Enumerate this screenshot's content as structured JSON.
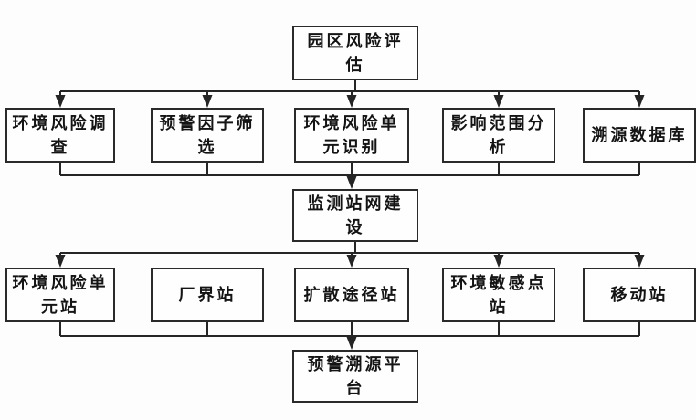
{
  "diagram": {
    "type": "flowchart",
    "colors": {
      "line": "#252525",
      "box_border": "#2a2a2a",
      "box_fill": "#fefefe",
      "background": "#fdfdfd",
      "text": "#141414"
    },
    "nodes": {
      "top": {
        "label": "园区风险评\n估"
      },
      "row2": [
        {
          "label": "环境风险调\n查"
        },
        {
          "label": "预警因子筛\n选"
        },
        {
          "label": "环境风险单\n元识别"
        },
        {
          "label": "影响范围分\n析"
        },
        {
          "label": "溯源数据库"
        }
      ],
      "mid": {
        "label": "监测站网建\n设"
      },
      "row3": [
        {
          "label": "环境风险单\n元站"
        },
        {
          "label": "厂界站"
        },
        {
          "label": "扩散途径站"
        },
        {
          "label": "环境敏感点\n站"
        },
        {
          "label": "移动站"
        }
      ],
      "bottom": {
        "label": "预警溯源平\n台"
      }
    },
    "edges": [
      "园区风险评估 -> 环境风险调查",
      "园区风险评估 -> 预警因子筛选",
      "园区风险评估 -> 环境风险单元识别",
      "园区风险评估 -> 影响范围分析",
      "园区风险评估 -> 溯源数据库",
      "环境风险调查 -> 监测站网建设",
      "预警因子筛选 -> 监测站网建设",
      "环境风险单元识别 -> 监测站网建设",
      "影响范围分析 -> 监测站网建设",
      "溯源数据库 -> 监测站网建设",
      "监测站网建设 -> 环境风险单元站",
      "监测站网建设 -> 扩散途径站",
      "监测站网建设 -> 环境敏感点站",
      "监测站网建设 -> 移动站",
      "环境风险单元站 -> 预警溯源平台",
      "厂界站 -> 预警溯源平台",
      "扩散途径站 -> 预警溯源平台",
      "环境敏感点站 -> 预警溯源平台",
      "移动站 -> 预警溯源平台"
    ]
  }
}
